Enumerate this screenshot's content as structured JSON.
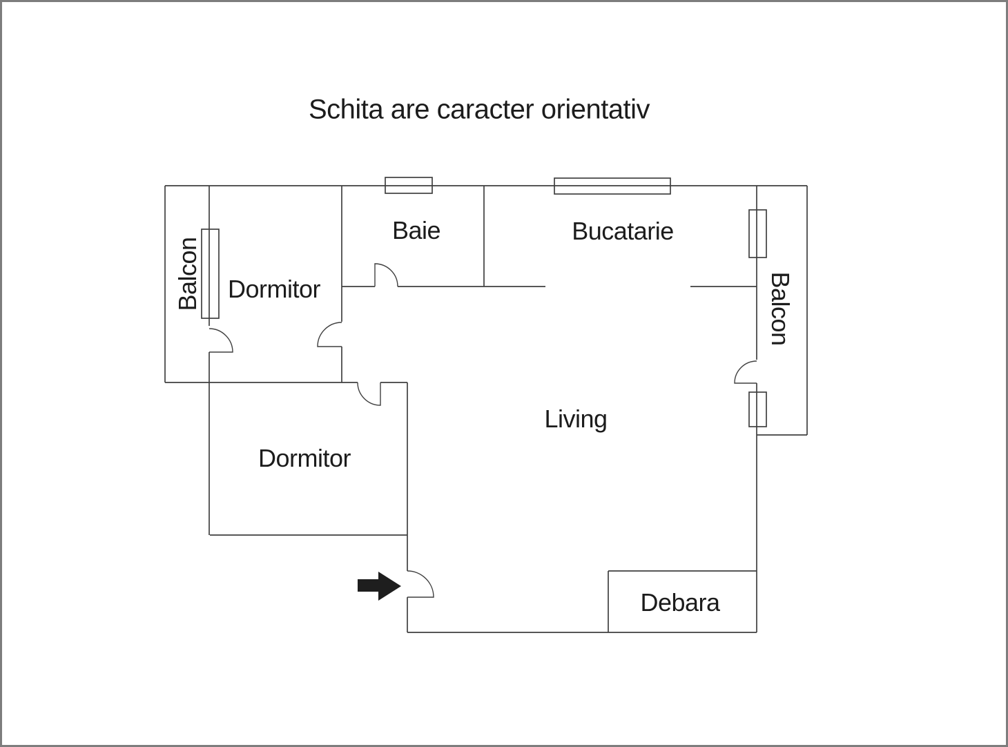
{
  "title": "Schita are caracter orientativ",
  "rooms": {
    "balcon_left": "Balcon",
    "dormitor_top": "Dormitor",
    "baie": "Baie",
    "bucatarie": "Bucatarie",
    "balcon_right": "Balcon",
    "living": "Living",
    "dormitor_bottom": "Dormitor",
    "debara": "Debara"
  },
  "icons": {
    "entrance_arrow": "right-arrow"
  },
  "colors": {
    "wall": "#3f3f3f",
    "text": "#1c1c1c",
    "arrow": "#1e1e1e",
    "frame": "#7d7d7d",
    "background": "#ffffff"
  }
}
